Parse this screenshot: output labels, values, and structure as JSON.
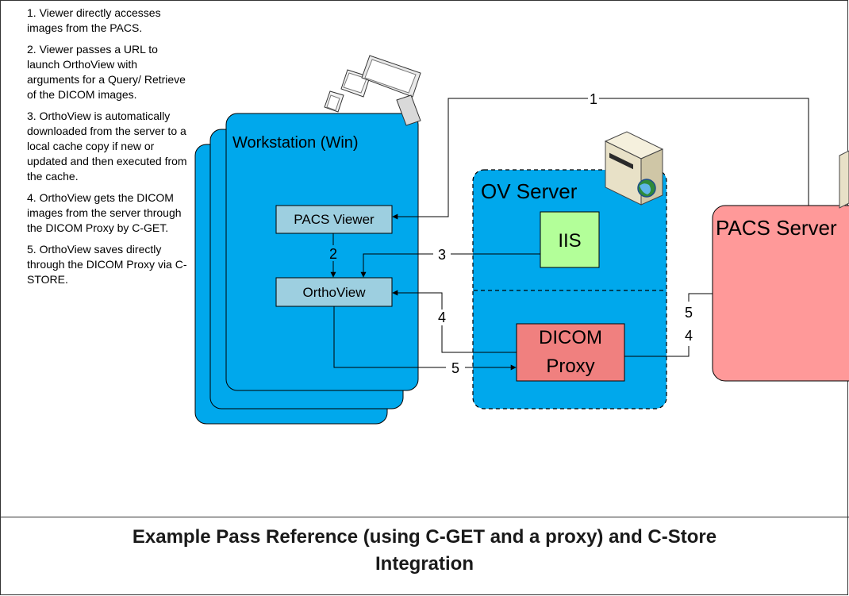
{
  "notes": [
    "1. Viewer directly accesses images from the PACS.",
    "2. Viewer passes a URL to launch OrthoView with arguments for a Query/ Retrieve of the DICOM images.",
    "3. OrthoView is automatically downloaded from the server to a local cache copy if new or updated and then executed from the cache.",
    "4. OrthoView gets the DICOM images from the server through the DICOM Proxy by C-GET.",
    "5. OrthoView saves directly through the DICOM Proxy via C-STORE."
  ],
  "workstation": {
    "title": "Workstation (Win)",
    "pacs_viewer": "PACS Viewer",
    "orthoview": "OrthoView"
  },
  "ov_server": {
    "title": "OV Server",
    "iis": "IIS",
    "dicom_proxy_line1": "DICOM",
    "dicom_proxy_line2": "Proxy"
  },
  "pacs_server": {
    "title": "PACS Server"
  },
  "connector_labels": {
    "c1": "1",
    "c2": "2",
    "c3": "3",
    "c4": "4",
    "c5": "5",
    "c5b": "5",
    "c4b": "4"
  },
  "caption": {
    "line1": "Example Pass Reference (using C-GET and a proxy) and C-Store",
    "line2": "Integration"
  },
  "colors": {
    "blue": "#00A8EC",
    "pacs_red": "#FF9999",
    "iis_green": "#B3FF99",
    "dicom_red": "#F0807F",
    "small_box": "#9DCFE0"
  }
}
